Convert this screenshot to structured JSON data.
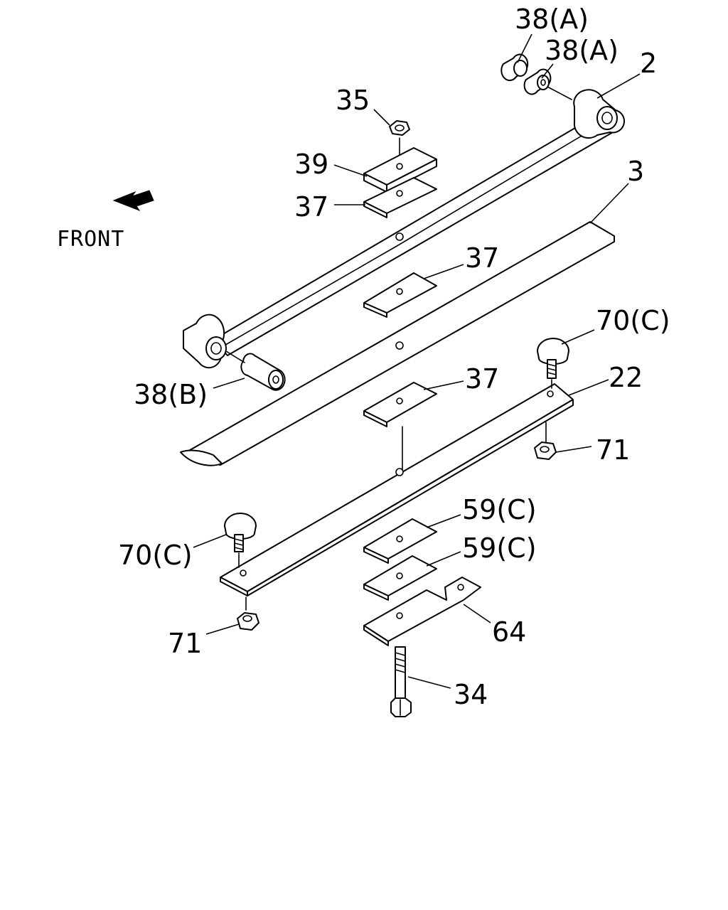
{
  "diagram": {
    "front_label": "FRONT",
    "callouts": {
      "c38a_1": "38(A)",
      "c38a_2": "38(A)",
      "c2": "2",
      "c35": "35",
      "c39": "39",
      "c37_top": "37",
      "c3": "3",
      "c37_mid": "37",
      "c37_low": "37",
      "c38b": "38(B)",
      "c70c_right": "70(C)",
      "c22": "22",
      "c71_right": "71",
      "c59c_1": "59(C)",
      "c59c_2": "59(C)",
      "c70c_left": "70(C)",
      "c64": "64",
      "c71_left": "71",
      "c34": "34"
    }
  }
}
